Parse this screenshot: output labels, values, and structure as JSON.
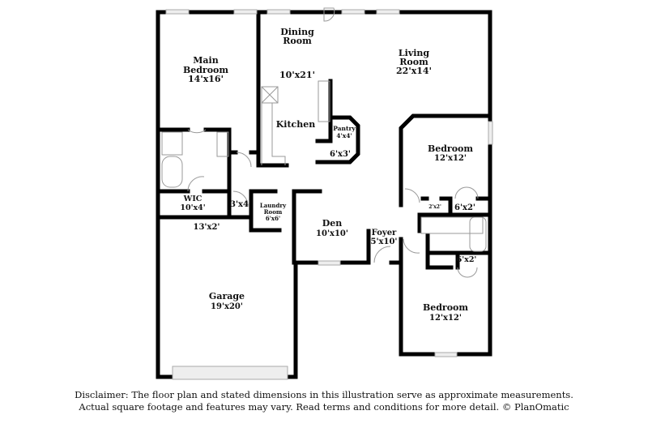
{
  "rooms": {
    "dining": {
      "name1": "Dining",
      "name2": "Room"
    },
    "dining_dims": "10'x21'",
    "main_bedroom": {
      "name1": "Main",
      "name2": "Bedroom",
      "dims": "14'x16'"
    },
    "living": {
      "name1": "Living",
      "name2": "Room",
      "dims": "22'x14'"
    },
    "kitchen": {
      "name": "Kitchen"
    },
    "pantry": {
      "name": "Pantry",
      "dims": "4'x4'"
    },
    "closet_6x3": {
      "dims": "6'x3'"
    },
    "bedroom_1": {
      "name": "Bedroom",
      "dims": "12'x12'"
    },
    "wic": {
      "name": "WIC",
      "dims": "10'x4'"
    },
    "closet_3x4": {
      "dims": "3'x4'"
    },
    "laundry": {
      "name1": "Laundry",
      "name2": "Room",
      "dims": "6'x6'"
    },
    "closet_2x2": {
      "dims": "2'x2'"
    },
    "closet_6x2_a": {
      "dims": "6'x2'"
    },
    "hall_13x2": {
      "dims": "13'x2'"
    },
    "den": {
      "name": "Den",
      "dims": "10'x10'"
    },
    "foyer": {
      "name": "Foyer",
      "dims": "5'x10'"
    },
    "closet_6x2_b": {
      "dims": "6'x2'"
    },
    "garage": {
      "name": "Garage",
      "dims": "19'x20'"
    },
    "bedroom_2": {
      "name": "Bedroom",
      "dims": "12'x12'"
    }
  },
  "disclaimer": {
    "line1": "Disclaimer: The floor plan and stated dimensions in this illustration serve as approximate measurements.",
    "line2": "Actual square footage and features may vary. Read terms and conditions for more detail. © PlanOmatic"
  },
  "colors": {
    "wall": "#000000",
    "fixture": "#999999",
    "window": "#dddddd"
  }
}
